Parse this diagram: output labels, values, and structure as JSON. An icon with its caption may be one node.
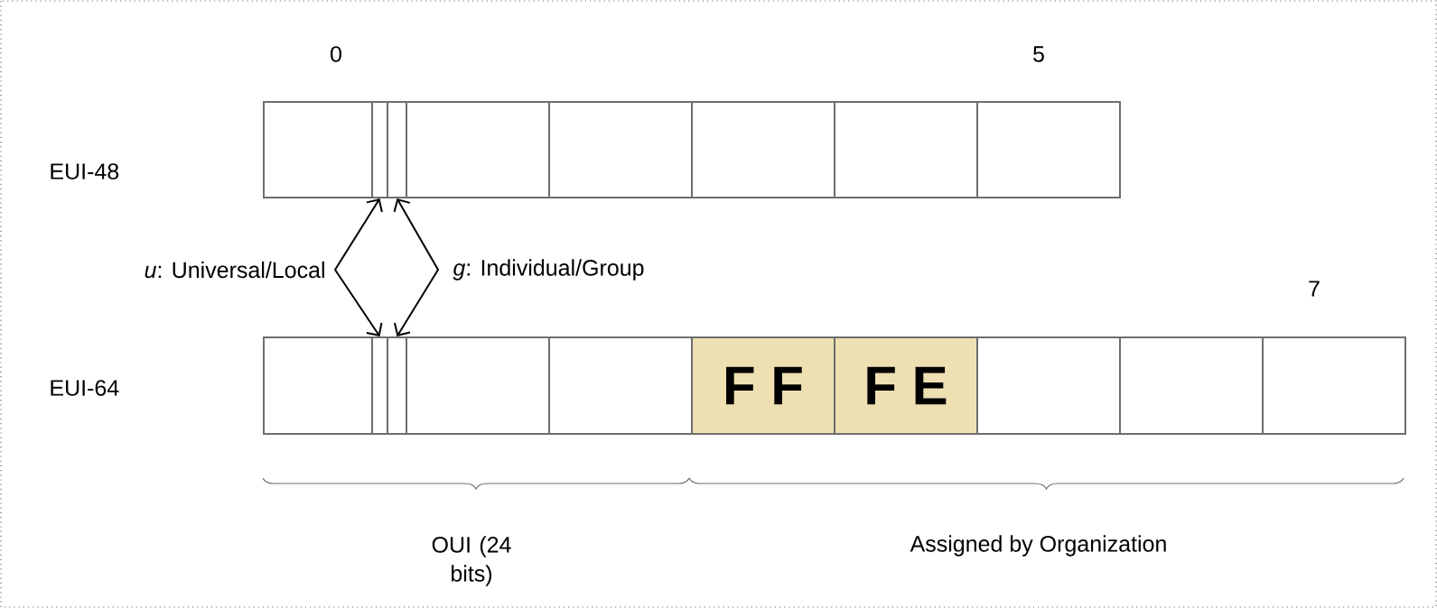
{
  "diagram": {
    "nodes": [
      {
        "text": [],
        "shape": "box"
      },
      {
        "text": [],
        "shape": "box",
        "in": 0
      },
      {
        "text": [],
        "shape": "box",
        "in": 0
      },
      {
        "text": [],
        "shape": "box"
      },
      {
        "text": [],
        "shape": "box"
      },
      {
        "text": [],
        "shape": "box"
      },
      {
        "text": [],
        "shape": "box"
      },
      {
        "text": [],
        "shape": "box"
      },
      {
        "text": [],
        "shape": "box"
      },
      {
        "text": [],
        "shape": "box",
        "in": 8
      },
      {
        "text": [],
        "shape": "box",
        "in": 8
      },
      {
        "text": [],
        "shape": "box"
      },
      {
        "text": [],
        "shape": "box"
      },
      {
        "text": [
          "F F"
        ]
      },
      {
        "text": [
          "F E"
        ]
      },
      {
        "text": [],
        "shape": "box"
      },
      {
        "text": [],
        "shape": "box"
      },
      {
        "text": [],
        "shape": "box"
      }
    ],
    "edges": [
      {
        "from": 1,
        "to": 9,
        "arrow": "both",
        "label": "*u*: Universal/Local"
      },
      {
        "from": 2,
        "to": 10,
        "arrow": "both",
        "label": "*g*: Individual/Group"
      }
    ],
    "labels": [
      "0",
      "5",
      "EUI-48",
      "7",
      "EUI-64",
      "OUI (24 bits)",
      "Assigned by Organization"
    ]
  }
}
